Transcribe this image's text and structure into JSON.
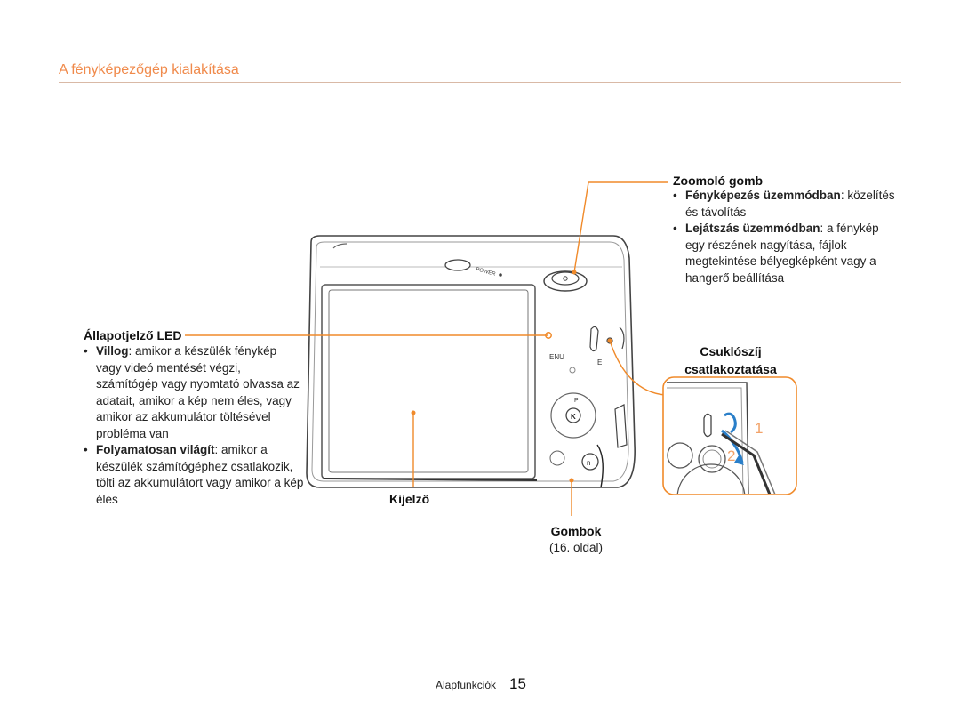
{
  "header": {
    "title": "A fényképezőgép kialakítása"
  },
  "zoom": {
    "heading": "Zoomoló gomb",
    "photo_mode_label": "Fényképezés üzemmódban",
    "photo_mode_text": ": közelítés és távolítás",
    "play_mode_label": "Lejátszás üzemmódban",
    "play_mode_text": ": a fénykép egy részének nagyítása, fájlok megtekintése bélyegképként vagy a hangerő beállítása"
  },
  "led": {
    "heading": "Állapotjelző LED",
    "blink_label": "Villog",
    "blink_text": ": amikor a készülék fénykép vagy videó mentését végzi, számítógép vagy nyomtató olvassa az adatait, amikor a kép nem éles, vagy amikor az akkumulátor töltésével probléma van",
    "steady_label": "Folyamatosan világít",
    "steady_text": ": amikor a készülék számítógéphez csatlakozik, tölti az akkumulátort vagy amikor a kép éles"
  },
  "strap": {
    "line1": "Csuklószíj",
    "line2": "csatlakoztatása",
    "step1": "1",
    "step2": "2"
  },
  "display": {
    "label": "Kijelző"
  },
  "buttons": {
    "label": "Gombok",
    "ref": "(16. oldal)"
  },
  "camera": {
    "power_label": "POWER",
    "menu_label": "ENU",
    "mode_label": "P",
    "ok_label": "K"
  },
  "footer": {
    "section": "Alapfunkciók",
    "page": "15"
  },
  "colors": {
    "accent": "#f08a2a",
    "rule": "#d9b9a6",
    "strap_blue": "#2a7fc9"
  }
}
